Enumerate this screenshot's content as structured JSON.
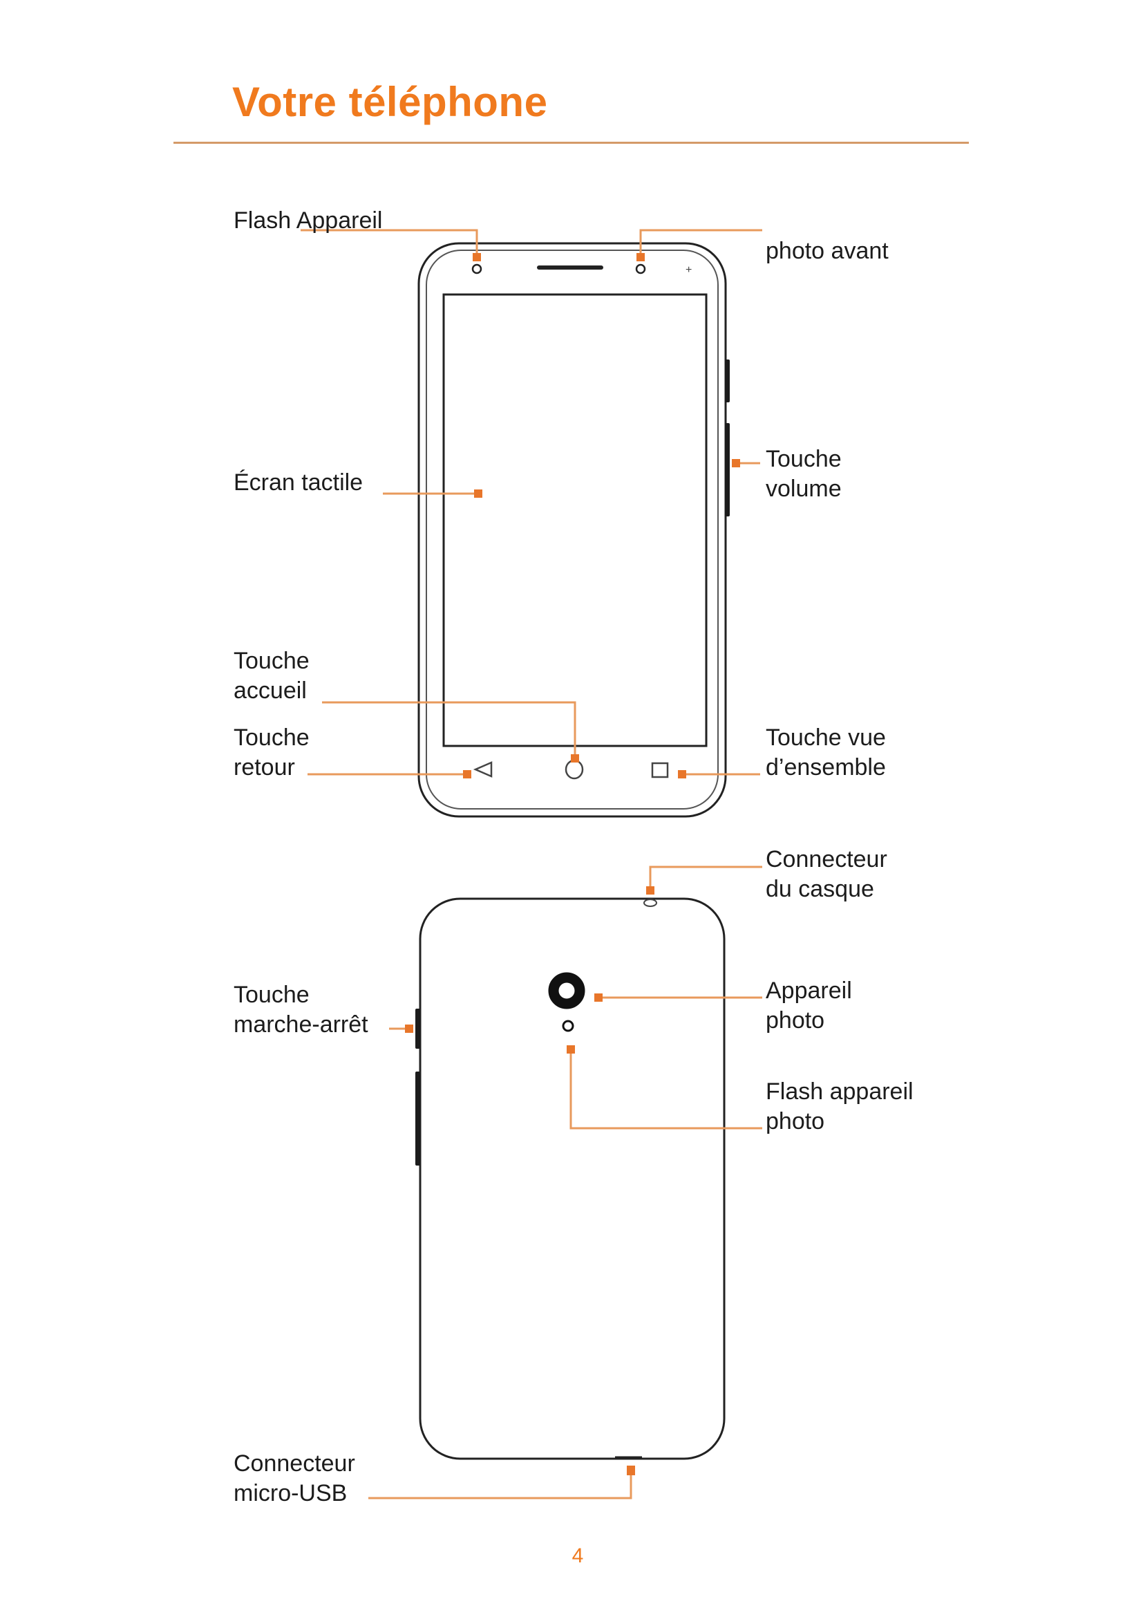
{
  "page": {
    "title": "Votre téléphone",
    "page_number": "4",
    "accent_color": "#f07a1e",
    "leader_color": "#e89a5c"
  },
  "front_view": {
    "labels": {
      "flash_appareil": "Flash Appareil",
      "photo_avant": "photo avant",
      "ecran_tactile": "Écran tactile",
      "touche_volume": "Touche\nvolume",
      "touche_accueil": "Touche\naccueil",
      "touche_retour": "Touche\nretour",
      "touche_vue_ensemble": "Touche vue\nd’ensemble"
    }
  },
  "back_view": {
    "labels": {
      "connecteur_casque": "Connecteur\ndu casque",
      "touche_marche_arret": "Touche\nmarche-arrêt",
      "appareil_photo": "Appareil\nphoto",
      "flash_appareil_photo": "Flash appareil\nphoto",
      "connecteur_micro_usb": "Connecteur\nmicro-USB"
    }
  }
}
